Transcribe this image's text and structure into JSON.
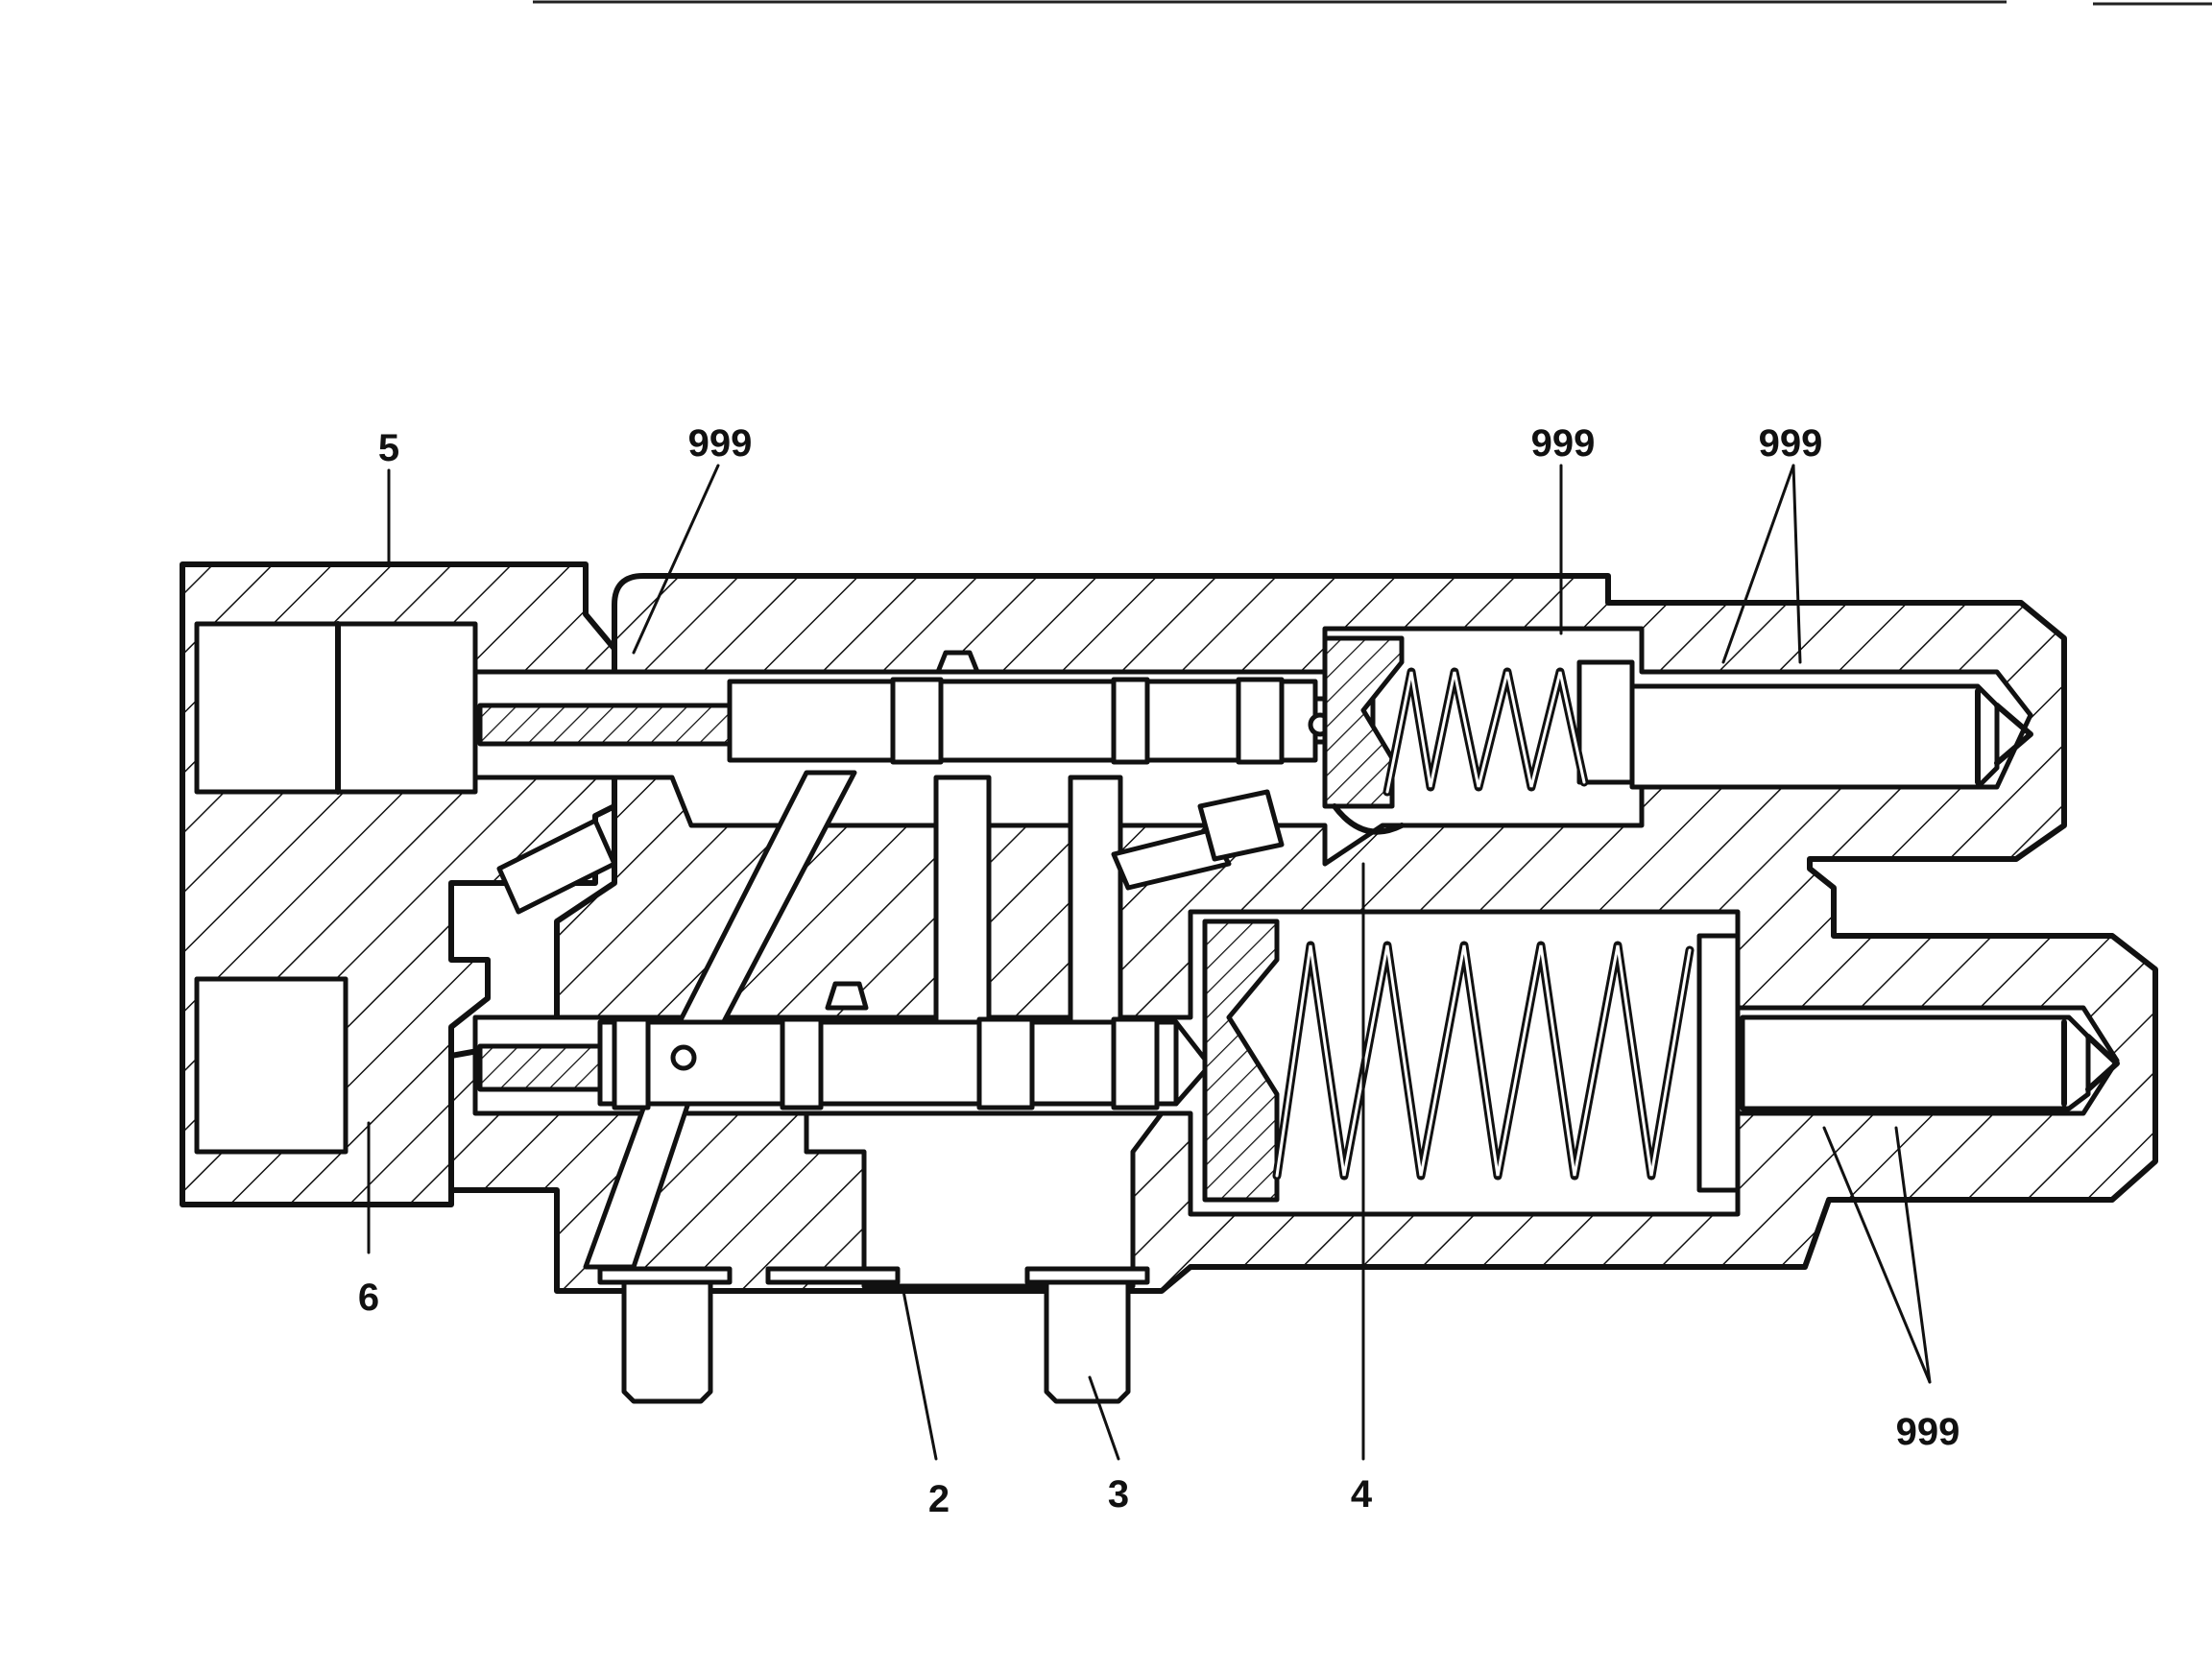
{
  "diagram": {
    "callouts": {
      "c5": "5",
      "c999a": "999",
      "c999b": "999",
      "c999c": "999",
      "c6": "6",
      "c2": "2",
      "c3": "3",
      "c4": "4",
      "c999d": "999"
    }
  }
}
